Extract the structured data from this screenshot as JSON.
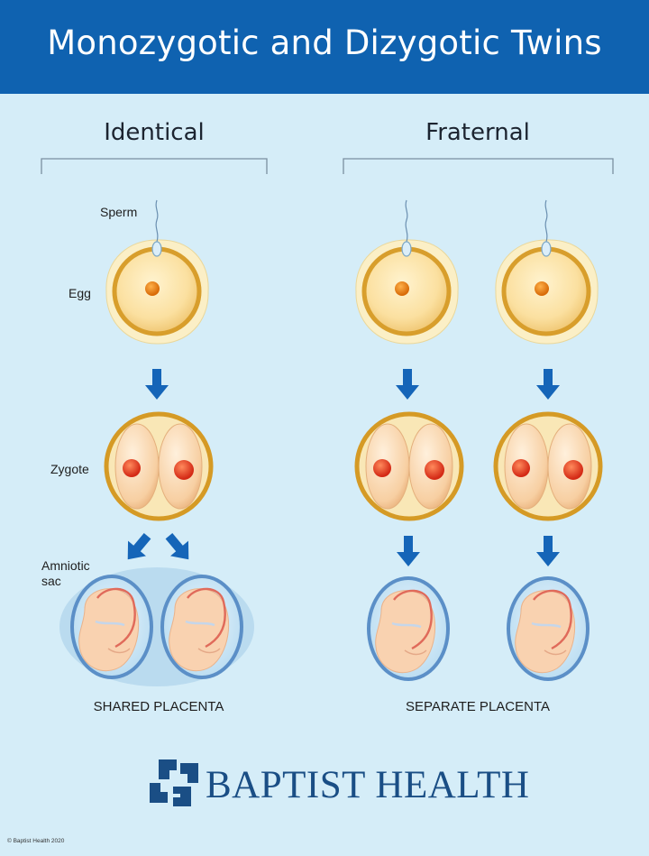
{
  "title": "Monozygotic and Dizygotic Twins",
  "groups": {
    "identical": "Identical",
    "fraternal": "Fraternal"
  },
  "labels": {
    "sperm": "Sperm",
    "egg": "Egg",
    "zygote": "Zygote",
    "amniotic_sac_line1": "Amniotic",
    "amniotic_sac_line2": "sac"
  },
  "captions": {
    "shared": "SHARED PLACENTA",
    "separate": "SEPARATE PLACENTA"
  },
  "logo": {
    "name": "BAPTIST HEALTH"
  },
  "copyright": "© Baptist Health 2020",
  "colors": {
    "header": "#0f62b0",
    "background": "#d5edf8",
    "arrow": "#1565b8",
    "brand": "#1a4e85"
  }
}
